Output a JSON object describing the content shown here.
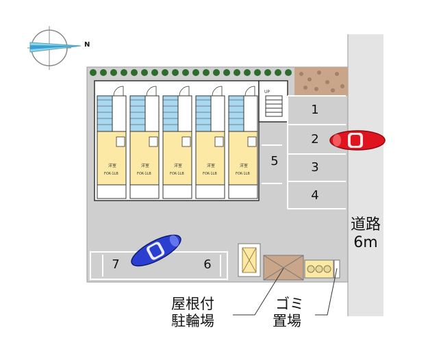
{
  "compass": {
    "north_label": "N",
    "icon": "compass-rose-icon"
  },
  "road": {
    "line1": "道路",
    "line2": "6m"
  },
  "parking": {
    "spaces": [
      "1",
      "2",
      "3",
      "4",
      "5",
      "6",
      "7"
    ]
  },
  "apartments": {
    "unit_count": 5,
    "room_label": "洋室",
    "area_label": "FOK-1LB"
  },
  "callouts": {
    "bike_parking_line1": "屋根付",
    "bike_parking_line2": "駐輪場",
    "garbage_line1": "ゴミ",
    "garbage_line2": "置場"
  },
  "cars": [
    {
      "name": "red-car-icon",
      "color": "#e0141e"
    },
    {
      "name": "blue-car-icon",
      "color": "#2a3fd0"
    }
  ],
  "colors": {
    "lot": "#cfcfcf",
    "road": "#e4e4e4",
    "building": "#ffffff",
    "stair_blue": "#a8d8f0",
    "room_floor": "#fde9a6",
    "tree": "#2e6b2e",
    "flowerbed": "#c9a58a"
  }
}
